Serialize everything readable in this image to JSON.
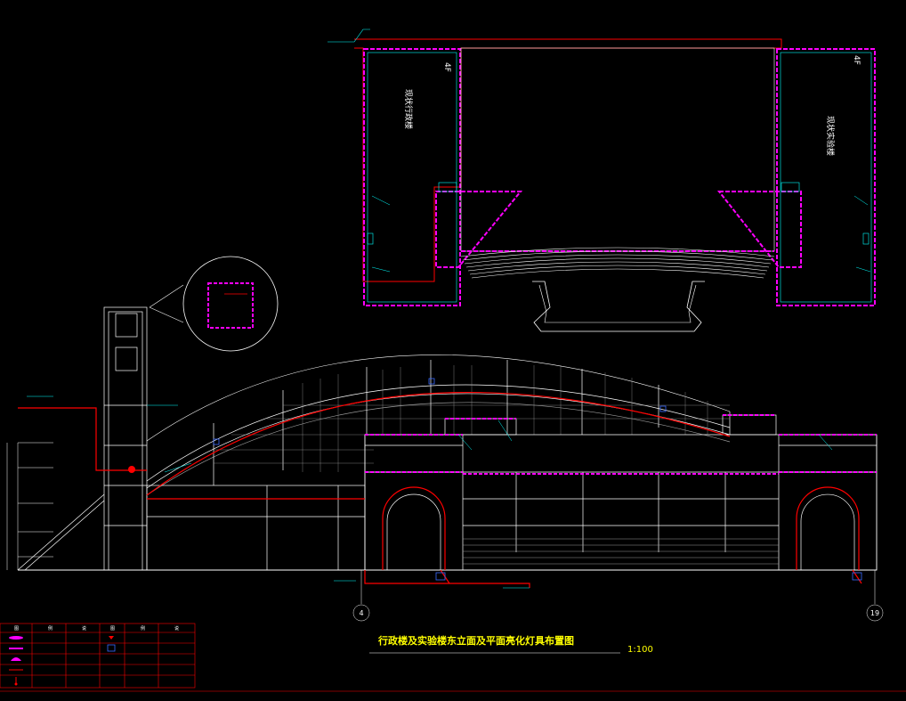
{
  "drawing": {
    "title": "行政楼及实验楼东立面及平面亮化灯具布置图",
    "scale": "1:100"
  },
  "plan": {
    "floor_left": "4F",
    "floor_right": "4F",
    "room_left": "现状行政楼",
    "room_right": "现状实验楼"
  },
  "axes": {
    "left": "4",
    "right": "19"
  },
  "legend": {
    "headers": [
      "图",
      "例",
      "说",
      "图",
      "例",
      "说"
    ],
    "colors": {
      "magenta": "#ff00ff",
      "red": "#ff0000",
      "blue": "#0000ff",
      "white": "#ffffff"
    }
  },
  "colors": {
    "background": "#000000",
    "outline": "#ffffff",
    "light_strip": "#ff00ff",
    "red_line": "#ff0000",
    "cyan_line": "#00ffff",
    "grey": "#9a9a9a",
    "title_yellow": "#ffff00"
  }
}
